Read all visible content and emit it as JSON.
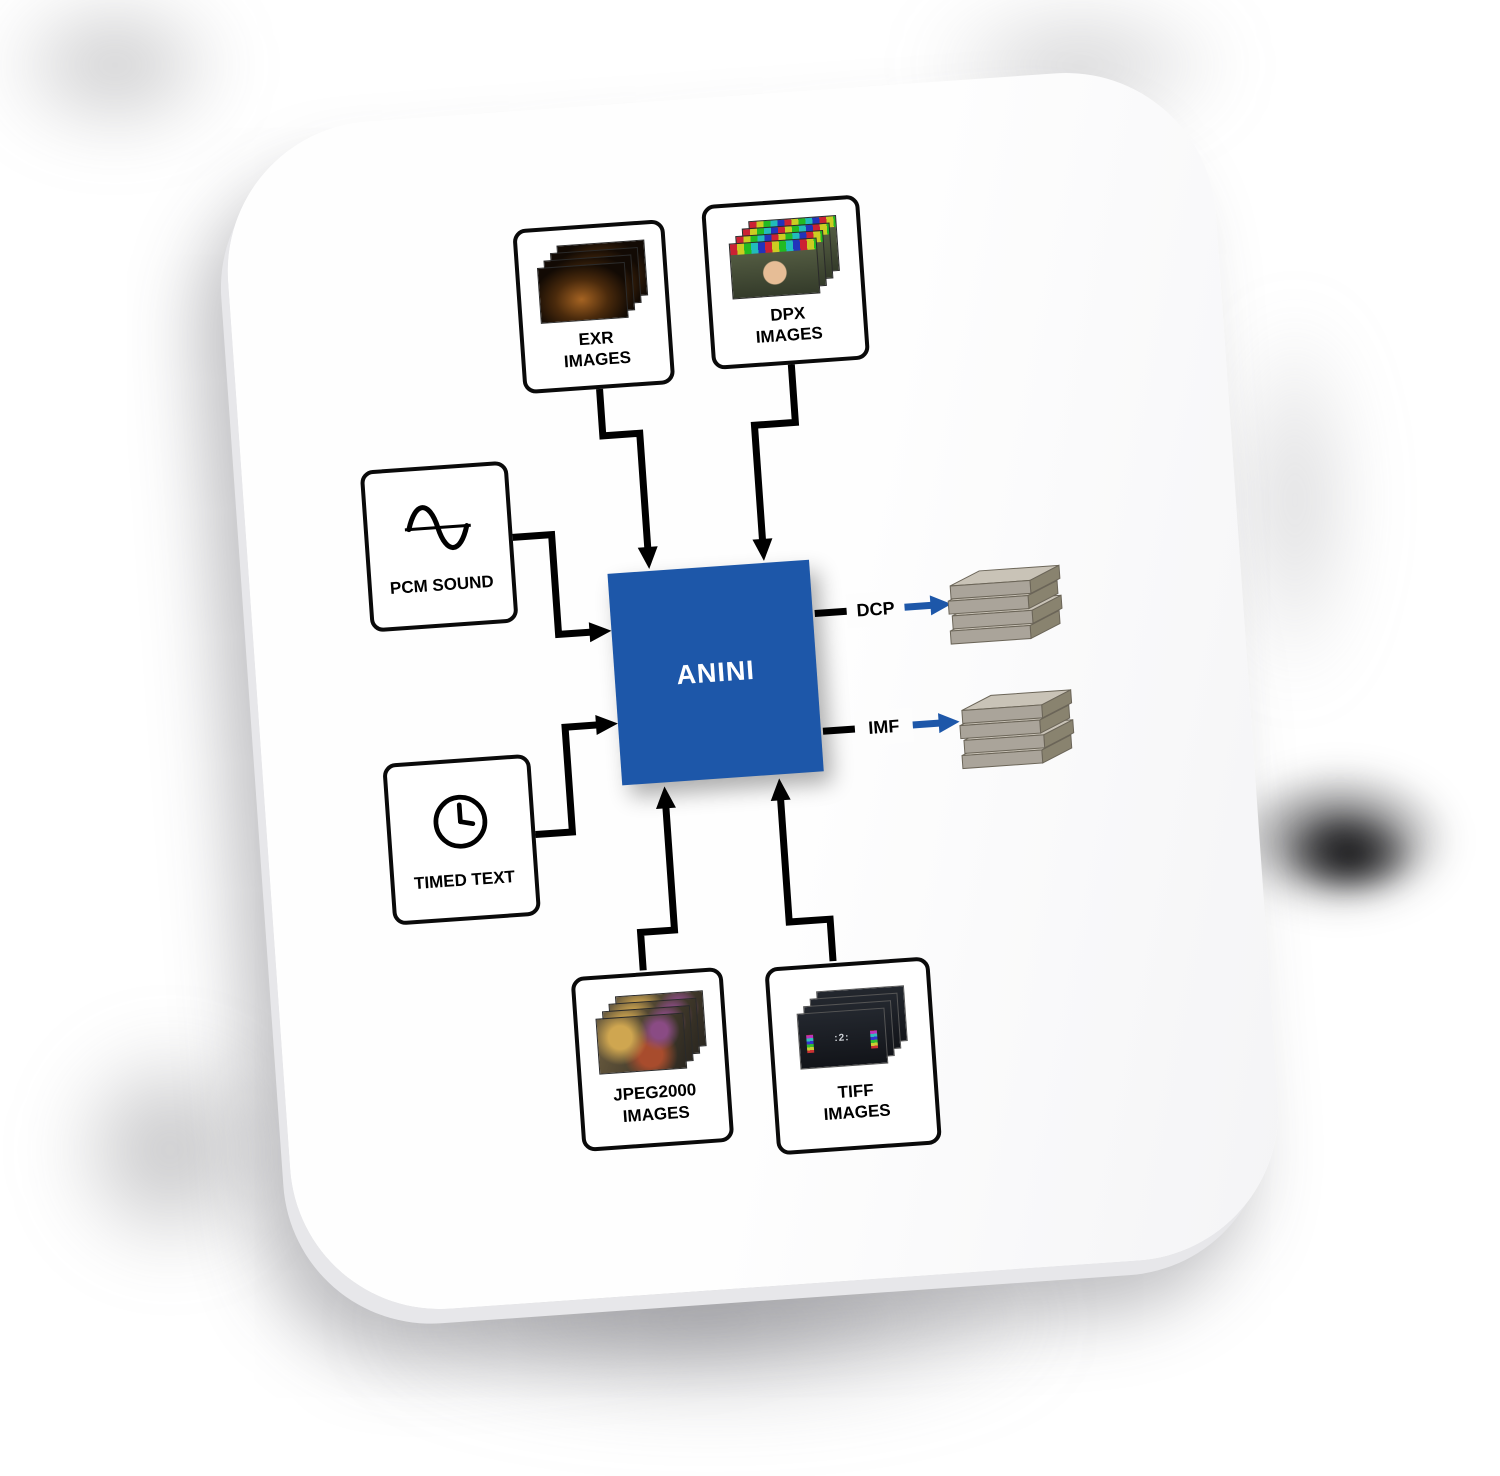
{
  "diagram": {
    "card_bg": "#fdfdfd",
    "center_node": {
      "label": "ANINI",
      "bg": "#1d57a9",
      "text_color": "#ffffff"
    },
    "inputs": {
      "exr": {
        "line1": "EXR",
        "line2": "IMAGES",
        "icon": "exr-image-stack"
      },
      "dpx": {
        "line1": "DPX",
        "line2": "IMAGES",
        "icon": "dpx-image-stack"
      },
      "pcm": {
        "line1": "PCM SOUND",
        "icon": "sine-wave"
      },
      "timed": {
        "line1": "TIMED TEXT",
        "icon": "clock"
      },
      "jpeg2000": {
        "line1": "JPEG2000",
        "line2": "IMAGES",
        "icon": "jpeg2000-image-stack"
      },
      "tiff": {
        "line1": "TIFF",
        "line2": "IMAGES",
        "icon": "tiff-image-stack",
        "overlay_text": ":2:"
      }
    },
    "outputs": {
      "dcp": {
        "label": "DCP",
        "icon": "package-stack"
      },
      "imf": {
        "label": "IMF",
        "icon": "package-stack"
      }
    },
    "colors": {
      "arrow": "#000000",
      "output_arrow": "#1d57a9",
      "node_blue": "#1d57a9"
    }
  }
}
